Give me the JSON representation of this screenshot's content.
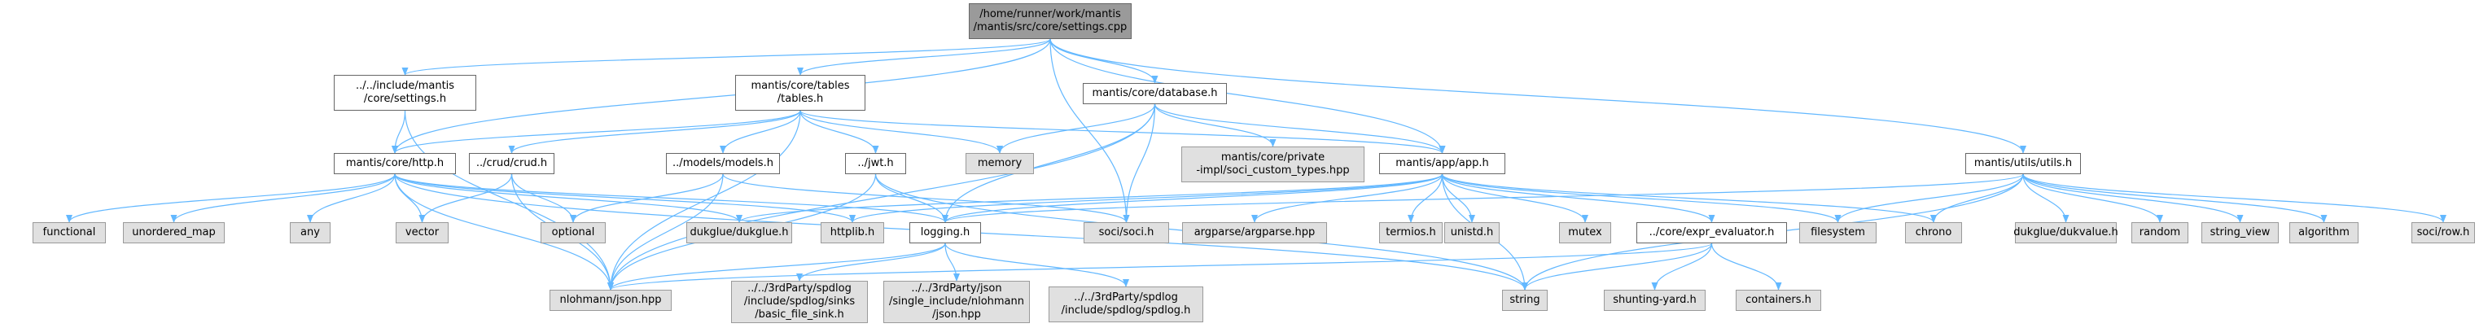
{
  "graph": {
    "colors": {
      "edge": "#63b8ff",
      "root_fill": "#9a9a9a",
      "local_fill": "#ffffff",
      "system_fill": "#e0e0e0",
      "border": "#666666"
    },
    "nodes": {
      "settings_cpp": {
        "lines": [
          "/home/runner/work/mantis",
          "/mantis/src/core/settings.cpp"
        ]
      },
      "include_settings": {
        "lines": [
          "../../include/mantis",
          "/core/settings.h"
        ]
      },
      "tables": {
        "lines": [
          "mantis/core/tables",
          "/tables.h"
        ]
      },
      "database": {
        "lines": [
          "mantis/core/database.h"
        ]
      },
      "utils": {
        "lines": [
          "mantis/utils/utils.h"
        ]
      },
      "http": {
        "lines": [
          "mantis/core/http.h"
        ]
      },
      "crud": {
        "lines": [
          "../crud/crud.h"
        ]
      },
      "models": {
        "lines": [
          "../models/models.h"
        ]
      },
      "jwt": {
        "lines": [
          "../jwt.h"
        ]
      },
      "memory": {
        "lines": [
          "memory"
        ]
      },
      "soci_types": {
        "lines": [
          "mantis/core/private",
          "-impl/soci_custom_types.hpp"
        ]
      },
      "app": {
        "lines": [
          "mantis/app/app.h"
        ]
      },
      "functional": {
        "lines": [
          "functional"
        ]
      },
      "unordered_map": {
        "lines": [
          "unordered_map"
        ]
      },
      "any": {
        "lines": [
          "any"
        ]
      },
      "vector": {
        "lines": [
          "vector"
        ]
      },
      "optional": {
        "lines": [
          "optional"
        ]
      },
      "dukglue": {
        "lines": [
          "dukglue/dukglue.h"
        ]
      },
      "httplib": {
        "lines": [
          "httplib.h"
        ]
      },
      "logging": {
        "lines": [
          "logging.h"
        ]
      },
      "soci": {
        "lines": [
          "soci/soci.h"
        ]
      },
      "argparse": {
        "lines": [
          "argparse/argparse.hpp"
        ]
      },
      "termios": {
        "lines": [
          "termios.h"
        ]
      },
      "unistd": {
        "lines": [
          "unistd.h"
        ]
      },
      "mutex": {
        "lines": [
          "mutex"
        ]
      },
      "expr": {
        "lines": [
          "../core/expr_evaluator.h"
        ]
      },
      "filesystem": {
        "lines": [
          "filesystem"
        ]
      },
      "chrono": {
        "lines": [
          "chrono"
        ]
      },
      "dukvalue": {
        "lines": [
          "dukglue/dukvalue.h"
        ]
      },
      "random": {
        "lines": [
          "random"
        ]
      },
      "string_view": {
        "lines": [
          "string_view"
        ]
      },
      "algorithm": {
        "lines": [
          "algorithm"
        ]
      },
      "soci_row": {
        "lines": [
          "soci/row.h"
        ]
      },
      "json": {
        "lines": [
          "nlohmann/json.hpp"
        ]
      },
      "sinks": {
        "lines": [
          "../../3rdParty/spdlog",
          "/include/spdlog/sinks",
          "/basic_file_sink.h"
        ]
      },
      "json3rd": {
        "lines": [
          "../../3rdParty/json",
          "/single_include/nlohmann",
          "/json.hpp"
        ]
      },
      "spdlog": {
        "lines": [
          "../../3rdParty/spdlog",
          "/include/spdlog/spdlog.h"
        ]
      },
      "string": {
        "lines": [
          "string"
        ]
      },
      "shunting": {
        "lines": [
          "shunting-yard.h"
        ]
      },
      "containers": {
        "lines": [
          "containers.h"
        ]
      }
    }
  }
}
